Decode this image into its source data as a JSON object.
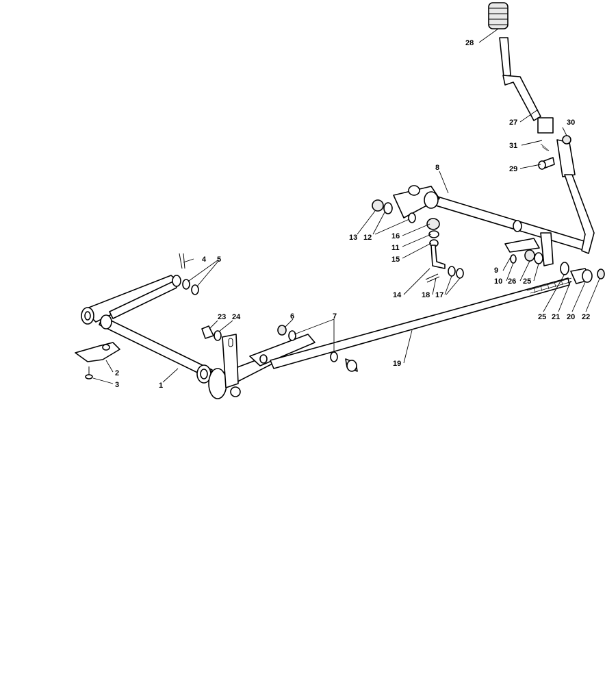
{
  "diagram": {
    "callouts": {
      "c1": "1",
      "c2": "2",
      "c3": "3",
      "c4": "4",
      "c5": "5",
      "c6": "6",
      "c7": "7",
      "c8": "8",
      "c9": "9",
      "c10": "10",
      "c11": "11",
      "c12": "12",
      "c13": "13",
      "c14": "14",
      "c15": "15",
      "c16": "16",
      "c17": "17",
      "c18": "18",
      "c19": "19",
      "c20": "20",
      "c21": "21",
      "c22": "22",
      "c23": "23",
      "c24": "24",
      "c25a": "25",
      "c25b": "25",
      "c26": "26",
      "c27": "27",
      "c28": "28",
      "c29": "29",
      "c30": "30",
      "c31": "31"
    }
  }
}
